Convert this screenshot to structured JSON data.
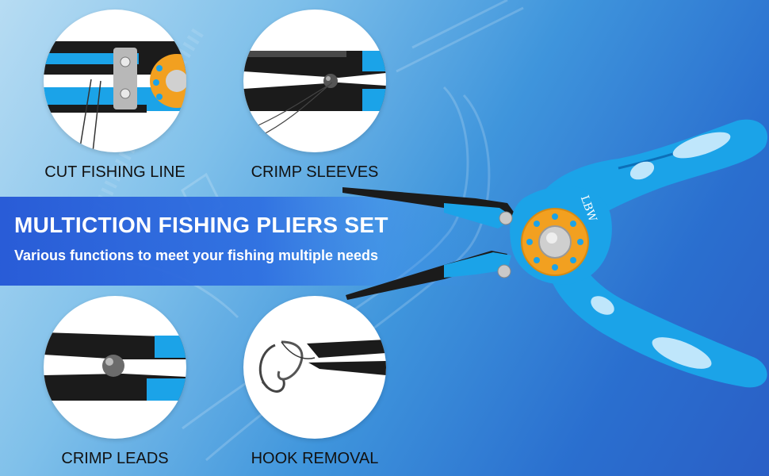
{
  "banner": {
    "title": "MULTICTION FISHING PLIERS SET",
    "subtitle": "Various functions to meet your fishing multiple needs"
  },
  "features": [
    {
      "label": "CUT FISHING LINE",
      "icon": "line-cutter-closeup"
    },
    {
      "label": "CRIMP SLEEVES",
      "icon": "crimp-sleeve-closeup"
    },
    {
      "label": "CRIMP LEADS",
      "icon": "crimp-lead-closeup"
    },
    {
      "label": "HOOK REMOVAL",
      "icon": "hook-removal-closeup"
    }
  ],
  "product": {
    "brand_mark": "LBW"
  },
  "colors": {
    "handle_blue": "#1ba3e8",
    "pivot_orange": "#f2a020",
    "jaw_black": "#1b1b1b",
    "banner_blue": "#2558d6"
  }
}
